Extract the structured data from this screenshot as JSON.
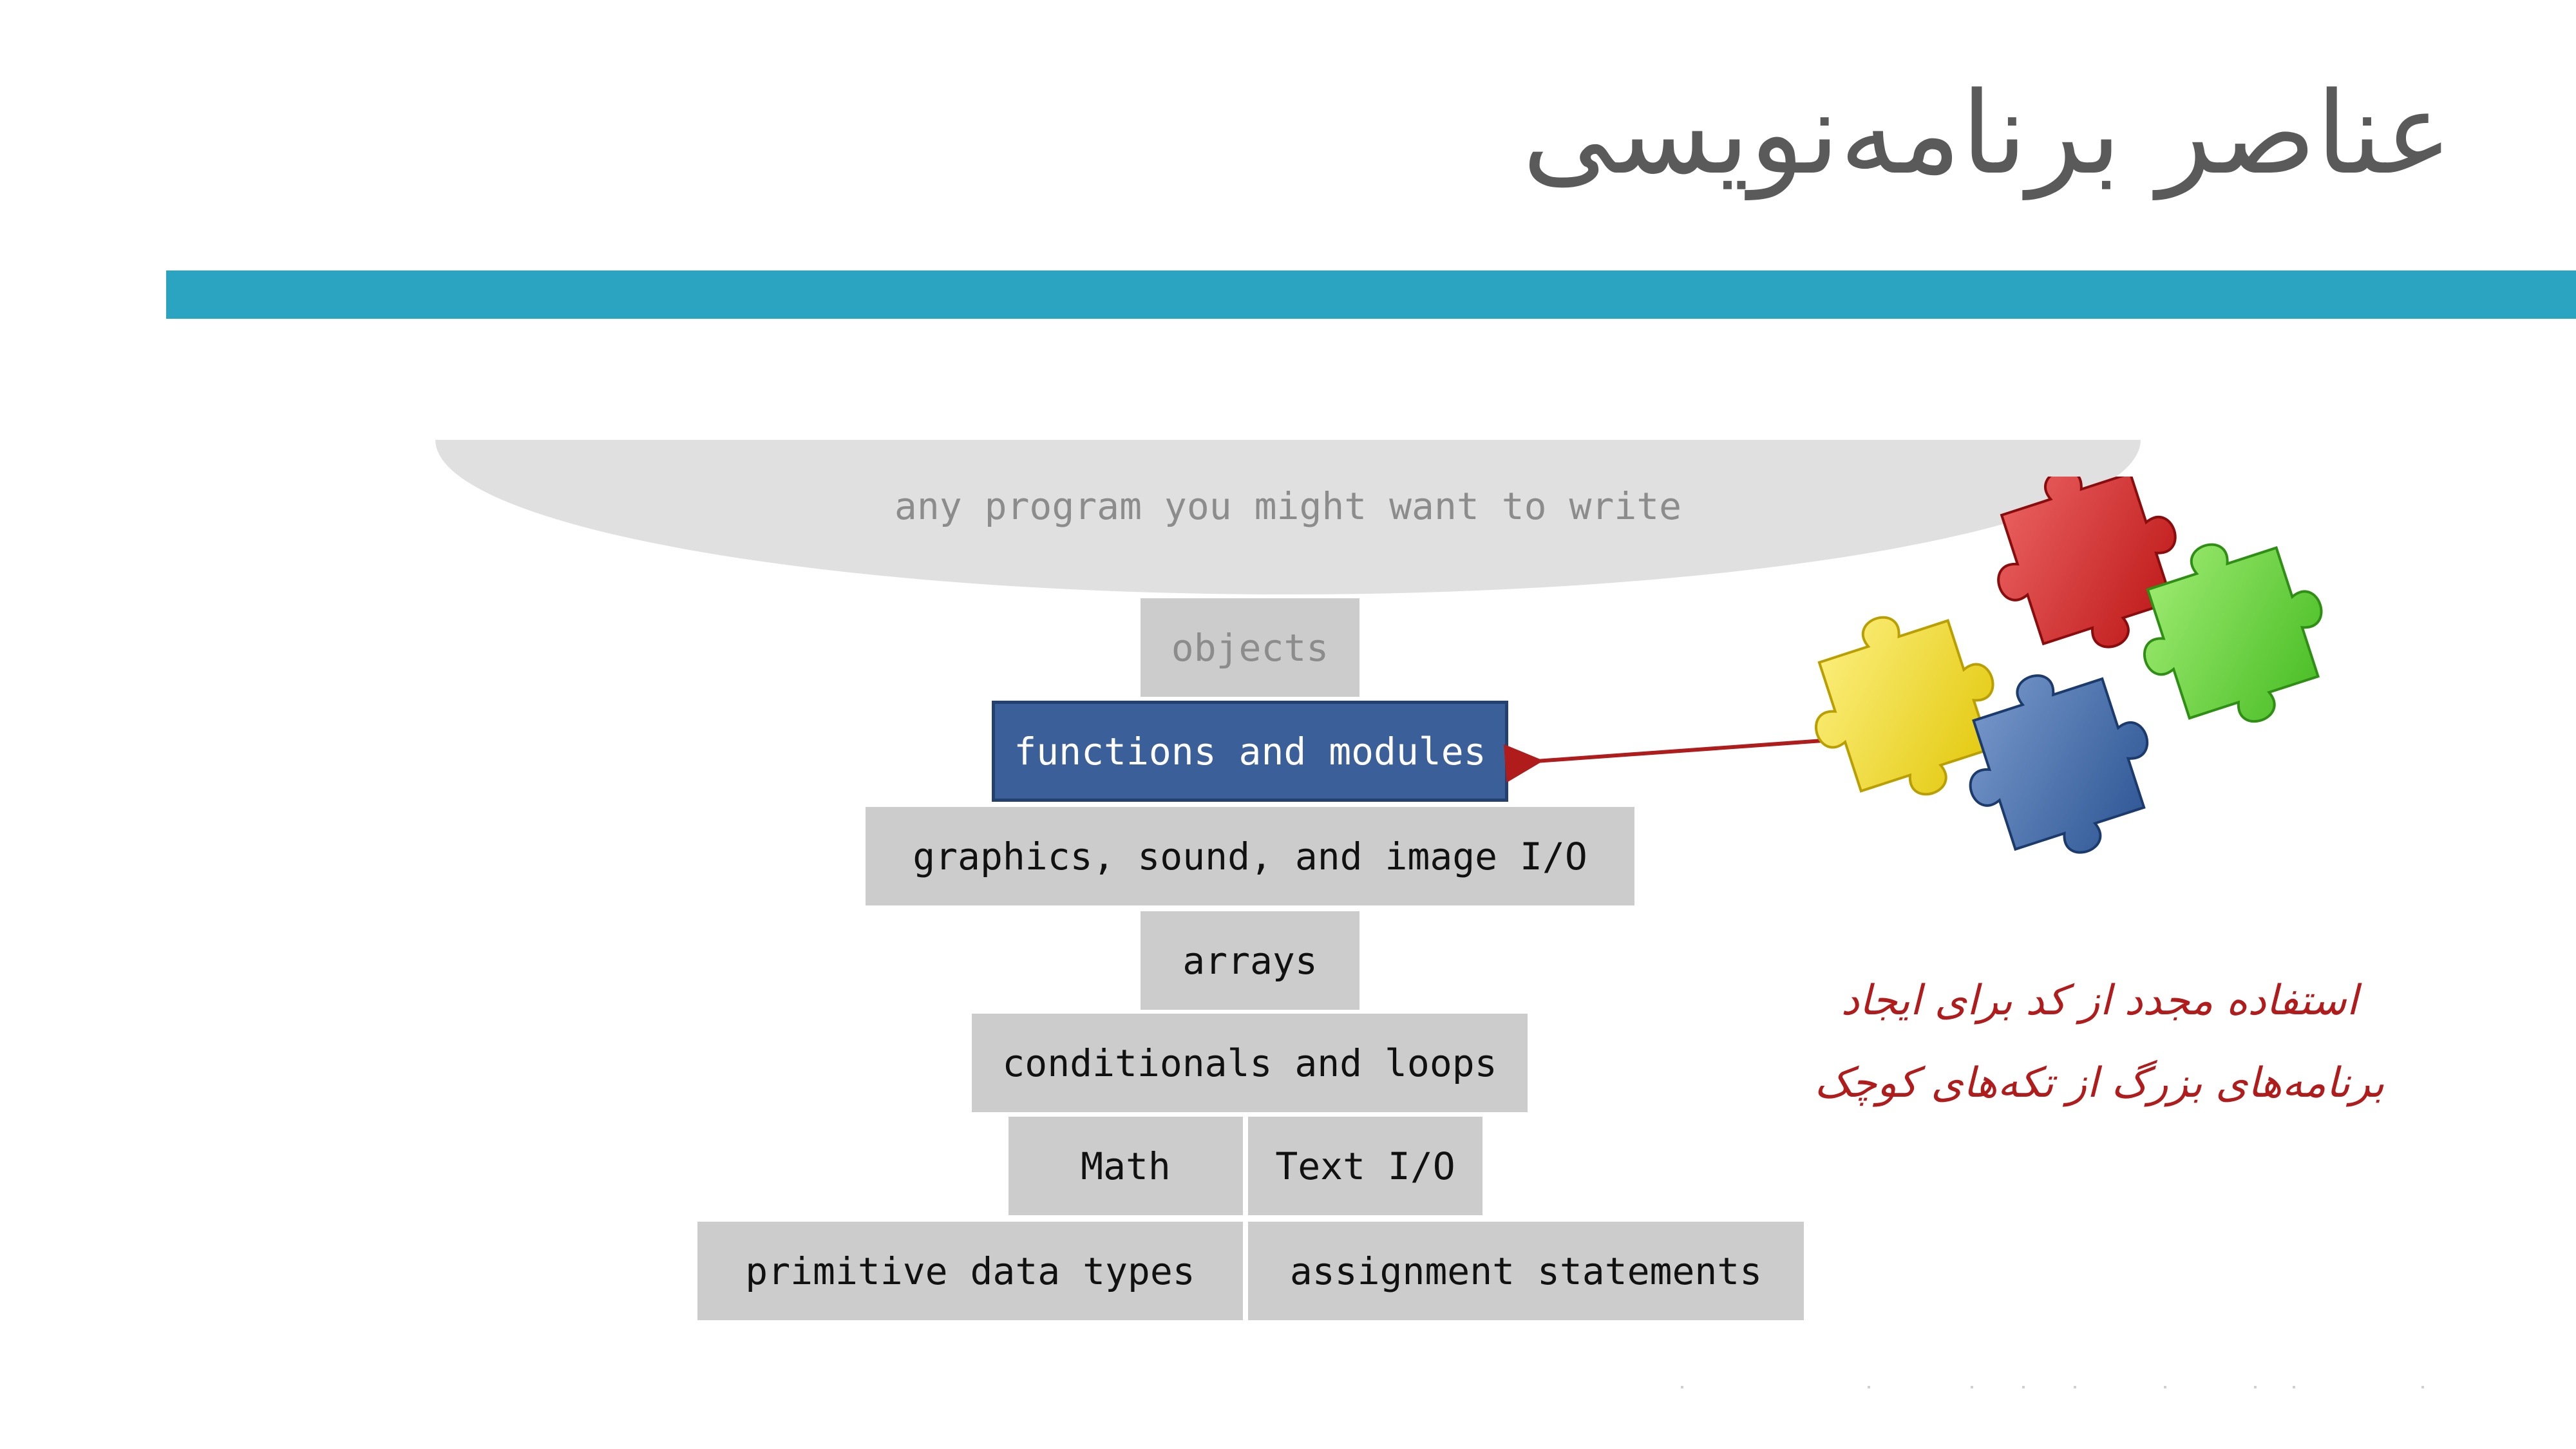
{
  "slide": {
    "title": "عناصر برنامه‌نویسی",
    "accent_color": "#2ba4c1"
  },
  "diagram": {
    "top_label": "any program you might want to write",
    "layers": {
      "objects": "objects",
      "functions_modules": "functions and modules",
      "graphics_io": "graphics, sound, and image I/O",
      "arrays": "arrays",
      "conditionals_loops": "conditionals and loops",
      "math": "Math",
      "text_io": "Text I/O",
      "primitive_types": "primitive data types",
      "assignment": "assignment statements"
    },
    "highlight_color": "#3b5f99",
    "block_color": "#cccccc"
  },
  "callout": {
    "line1": "استفاده مجدد از کد برای ایجاد",
    "line2": "برنامه‌های بزرگ از تکه‌های کوچک",
    "color": "#b01c1c",
    "image": "puzzle-pieces-icon"
  }
}
